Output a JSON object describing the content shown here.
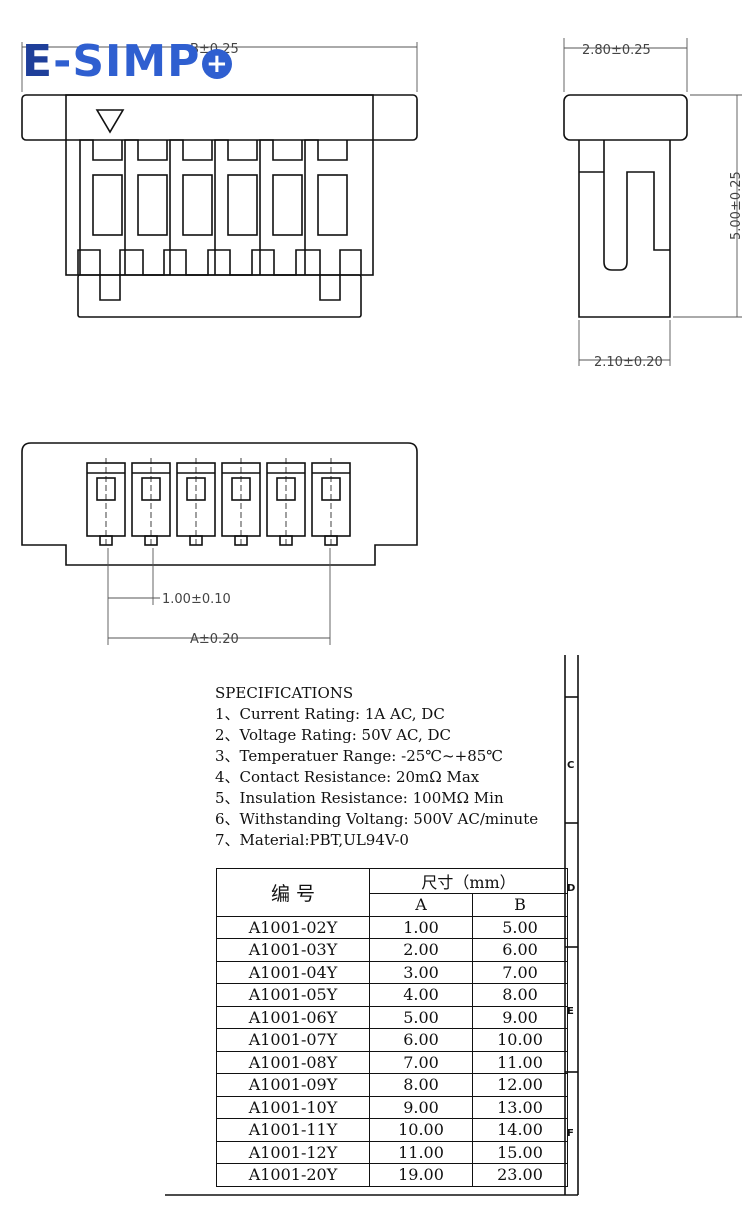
{
  "logo": {
    "e": "E",
    "rest": "-SIMP",
    "plus": "+"
  },
  "dimensions": {
    "top_width": "B±0.25",
    "side_depth": "2.80±0.25",
    "side_height": "5.00±0.25",
    "side_base": "2.10±0.20",
    "pitch": "1.00±0.10",
    "span": "A±0.20"
  },
  "specifications": {
    "title": "SPECIFICATIONS",
    "items": [
      "1、Current Rating: 1A AC, DC",
      "2、Voltage Rating: 50V AC, DC",
      "3、Temperatuer Range: -25℃~+85℃",
      "4、Contact Resistance: 20mΩ Max",
      "5、Insulation Resistance: 100MΩ Min",
      "6、Withstanding Voltang: 500V AC/minute",
      "7、Material:PBT,UL94V-0"
    ]
  },
  "table": {
    "part_header": "编  号",
    "size_header": "尺寸（mm）",
    "col_a": "A",
    "col_b": "B",
    "rows": [
      [
        "A1001-02Y",
        "1.00",
        "5.00"
      ],
      [
        "A1001-03Y",
        "2.00",
        "6.00"
      ],
      [
        "A1001-04Y",
        "3.00",
        "7.00"
      ],
      [
        "A1001-05Y",
        "4.00",
        "8.00"
      ],
      [
        "A1001-06Y",
        "5.00",
        "9.00"
      ],
      [
        "A1001-07Y",
        "6.00",
        "10.00"
      ],
      [
        "A1001-08Y",
        "7.00",
        "11.00"
      ],
      [
        "A1001-09Y",
        "8.00",
        "12.00"
      ],
      [
        "A1001-10Y",
        "9.00",
        "13.00"
      ],
      [
        "A1001-11Y",
        "10.00",
        "14.00"
      ],
      [
        "A1001-12Y",
        "11.00",
        "15.00"
      ],
      [
        "A1001-20Y",
        "19.00",
        "23.00"
      ]
    ]
  },
  "frame_letters": [
    "C",
    "D",
    "E",
    "F"
  ],
  "colors": {
    "logo_dark": "#1f3f9a",
    "logo_light": "#2f5fd0",
    "line": "#111111"
  }
}
